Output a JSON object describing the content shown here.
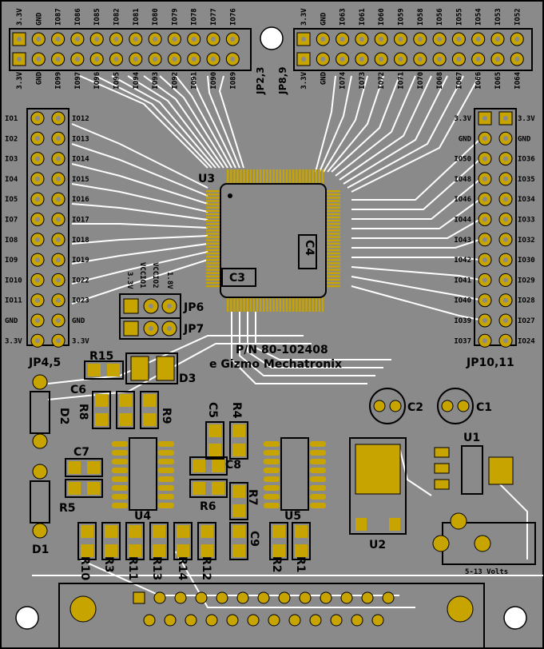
{
  "board": {
    "part_number": "P/N 80-102408",
    "company": "e Gizmo Mechatronix",
    "power_label": "5-13 Volts"
  },
  "top_header_left": {
    "top_labels": [
      "3.3V",
      "GND",
      "IO87",
      "IO86",
      "IO85",
      "IO82",
      "IO81",
      "IO80",
      "IO79",
      "IO78",
      "IO77",
      "IO76"
    ],
    "bottom_labels": [
      "3.3V",
      "GND",
      "IO99",
      "IO97",
      "IO96",
      "IO95",
      "IO94",
      "IO93",
      "IO92",
      "IO91",
      "IO90",
      "IO89"
    ]
  },
  "top_header_right": {
    "top_labels": [
      "3.3V",
      "GND",
      "IO63",
      "IO61",
      "IO60",
      "IO59",
      "IO58",
      "IO56",
      "IO55",
      "IO54",
      "IO53",
      "IO52"
    ],
    "bottom_labels": [
      "3.3V",
      "GND",
      "IO74",
      "IO73",
      "IO72",
      "IO71",
      "IO70",
      "IO68",
      "IO67",
      "IO66",
      "IO65",
      "IO64"
    ]
  },
  "jp_top_labels": [
    "JP2,3",
    "JP8,9"
  ],
  "left_header": {
    "left_labels": [
      "IO1",
      "IO2",
      "IO3",
      "IO4",
      "IO5",
      "IO7",
      "IO8",
      "IO9",
      "IO10",
      "IO11",
      "GND",
      "3.3V"
    ],
    "right_labels": [
      "IO12",
      "IO13",
      "IO14",
      "IO15",
      "IO16",
      "IO17",
      "IO18",
      "IO19",
      "IO22",
      "IO23",
      "GND",
      "3.3V"
    ],
    "name": "JP4,5"
  },
  "right_header": {
    "left_labels": [
      "3.3V",
      "GND",
      "IO50",
      "IO48",
      "IO46",
      "IO44",
      "IO43",
      "IO42",
      "IO41",
      "IO40",
      "IO39",
      "IO37"
    ],
    "right_labels": [
      "3.3V",
      "GND",
      "IO36",
      "IO35",
      "IO34",
      "IO33",
      "IO32",
      "IO30",
      "IO29",
      "IO28",
      "IO27",
      "IO24"
    ],
    "name": "JP10,11"
  },
  "jumpers": {
    "jp6": "JP6",
    "jp7": "JP7",
    "labels": [
      "3.3V",
      "VCCIO1",
      "VCCIO2",
      "1.8V"
    ]
  },
  "components": {
    "U1": "U1",
    "U2": "U2",
    "U3": "U3",
    "U4": "U4",
    "U5": "U5",
    "C1": "C1",
    "C2": "C2",
    "C3": "C3",
    "C4": "C4",
    "C5": "C5",
    "C6": "C6",
    "C7": "C7",
    "C8": "C8",
    "C9": "C9",
    "D1": "D1",
    "D2": "D2",
    "D3": "D3",
    "R1": "R1",
    "R2": "R2",
    "R3": "R3",
    "R4": "R4",
    "R5": "R5",
    "R6": "R6",
    "R7": "R7",
    "R8": "R8",
    "R9": "R9",
    "R10": "R10",
    "R11": "R11",
    "R12": "R12",
    "R13": "R13",
    "R14": "R14",
    "R15": "R15"
  },
  "colors": {
    "board": "#8a8a8a",
    "trace": "#ffffff",
    "pad": "#c8a400",
    "silk": "#000000"
  }
}
